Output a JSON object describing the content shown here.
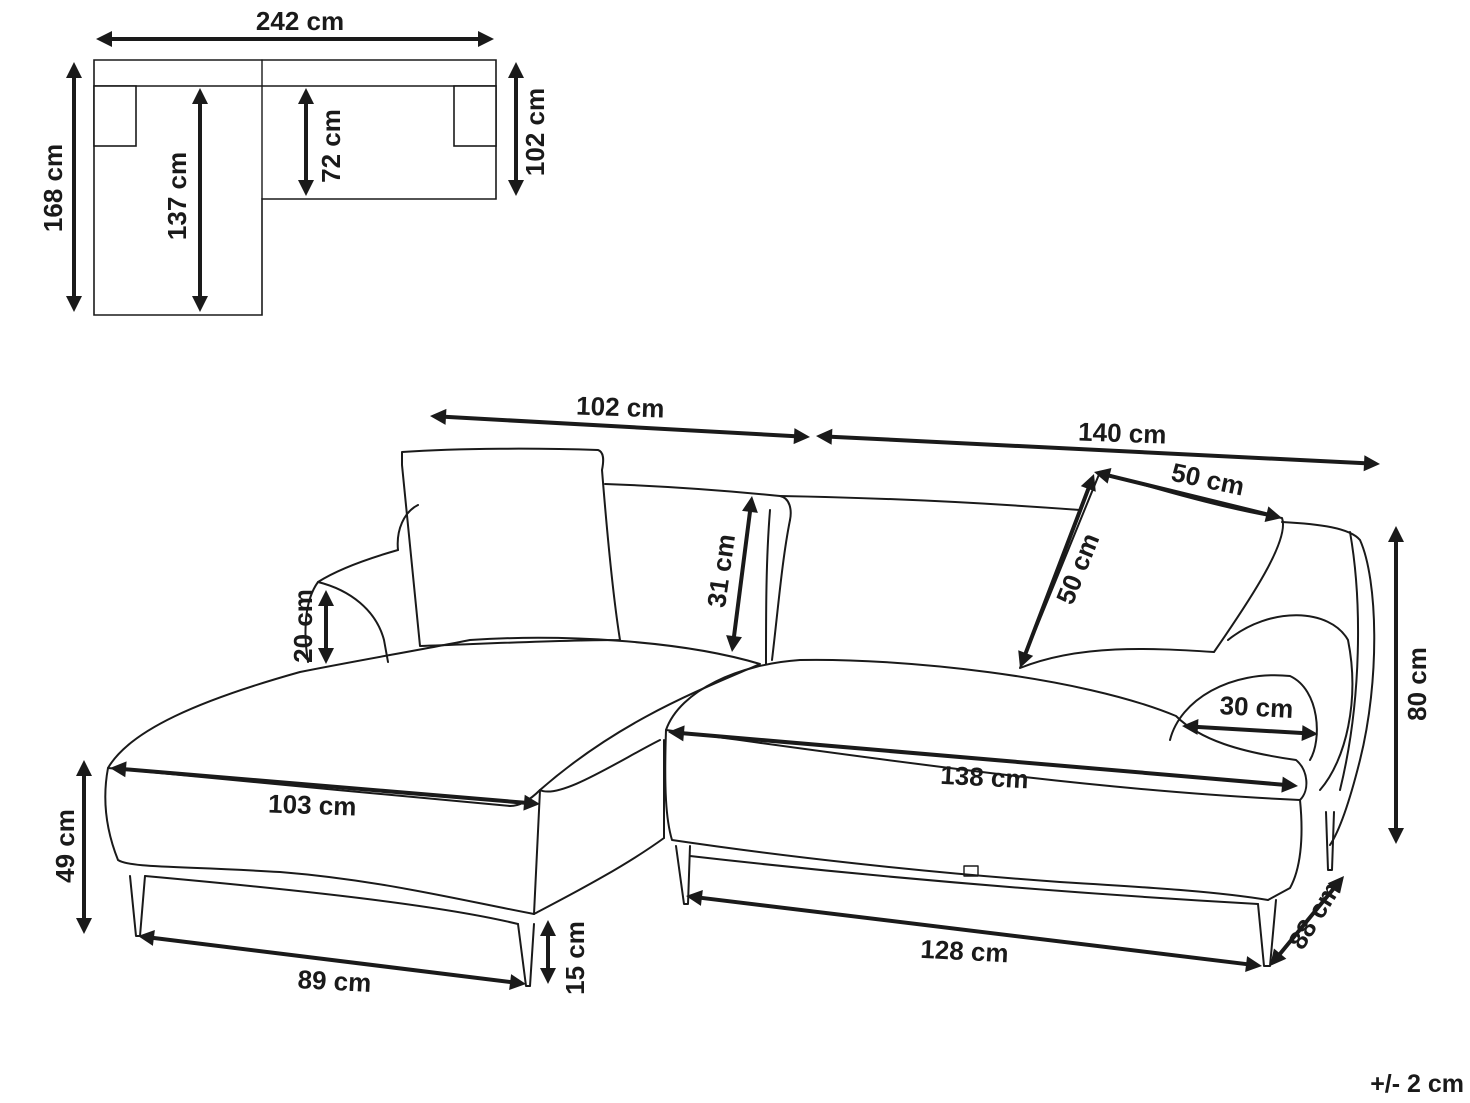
{
  "top_view": {
    "width": "242 cm",
    "depth_total": "168 cm",
    "chaise_seat_depth": "137 cm",
    "sofa_seat_depth": "72 cm",
    "sofa_depth": "102 cm"
  },
  "perspective": {
    "chaise_width": "102 cm",
    "sofa_width": "140 cm",
    "cushion_width": "50 cm",
    "cushion_height": "50 cm",
    "backrest_height": "31 cm",
    "armrest_height": "20 cm",
    "total_height": "80 cm",
    "armrest_width": "30 cm",
    "seat_width": "138 cm",
    "chaise_seat_width": "103 cm",
    "seat_height": "49 cm",
    "leg_span_chaise": "89 cm",
    "leg_height": "15 cm",
    "leg_span_sofa": "128 cm",
    "depth_sofa": "88 cm"
  },
  "tolerance": "+/- 2 cm"
}
